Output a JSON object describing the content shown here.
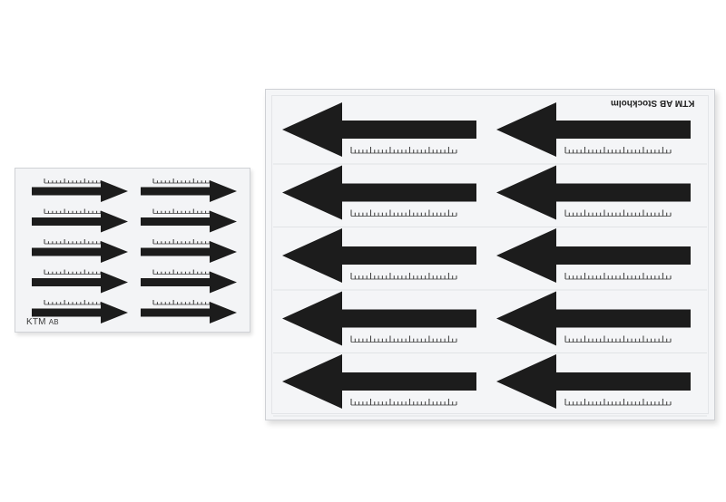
{
  "scene": {
    "background": "#ffffff",
    "arrow_color": "#1c1c1c",
    "ruler_color": "#3a3a3a",
    "sheet_color": "#f4f5f7"
  },
  "small_sheet": {
    "brand": "KTM",
    "brand_suffix": "AB",
    "arrow_direction": "right",
    "arrow_rows": 5,
    "arrow_columns": 2
  },
  "large_sheet": {
    "brand": "KTM AB Stockholm",
    "brand_rotated_degrees": 180,
    "arrow_direction": "left",
    "arrow_rows": 5,
    "arrow_columns": 2
  }
}
